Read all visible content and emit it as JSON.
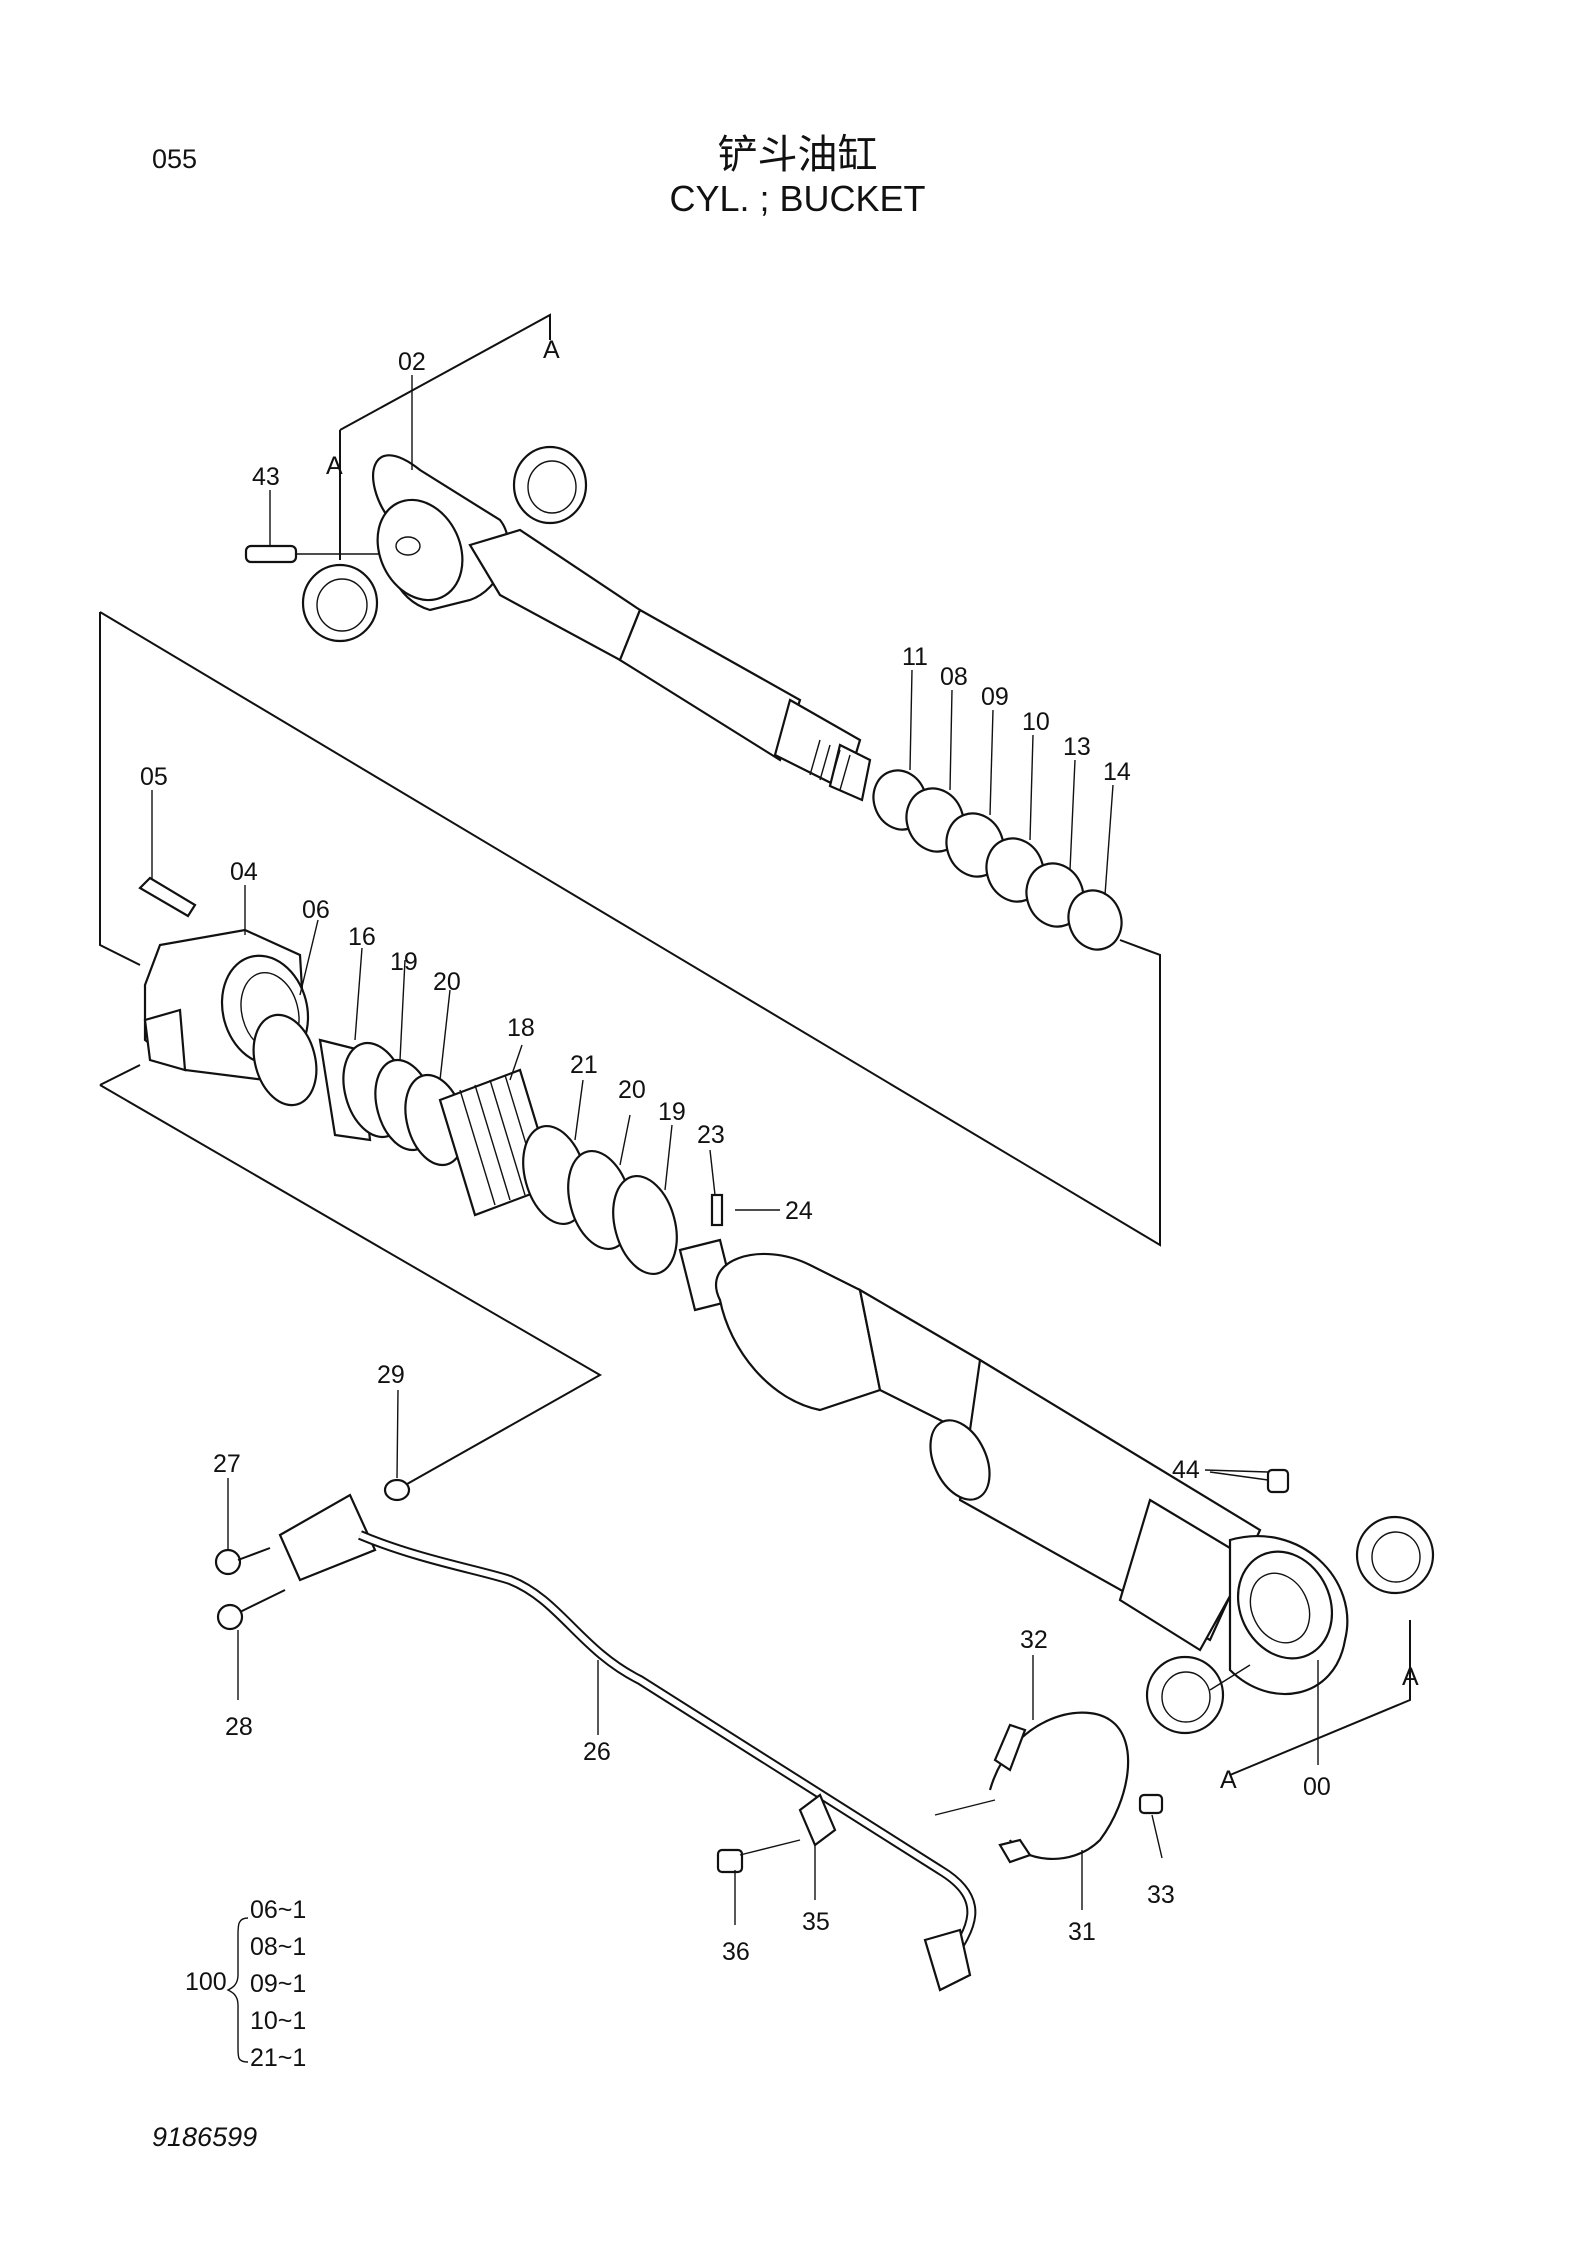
{
  "header": {
    "page_number": "055",
    "title_cn": "铲斗油缸",
    "title_en": "CYL. ; BUCKET"
  },
  "footer": {
    "doc_number": "9186599"
  },
  "section_marks": [
    "A",
    "A",
    "A",
    "A"
  ],
  "callouts": [
    {
      "id": "02"
    },
    {
      "id": "43"
    },
    {
      "id": "05"
    },
    {
      "id": "04"
    },
    {
      "id": "06"
    },
    {
      "id": "16"
    },
    {
      "id": "19"
    },
    {
      "id": "20"
    },
    {
      "id": "18"
    },
    {
      "id": "21"
    },
    {
      "id": "20"
    },
    {
      "id": "19"
    },
    {
      "id": "23"
    },
    {
      "id": "24"
    },
    {
      "id": "11"
    },
    {
      "id": "08"
    },
    {
      "id": "09"
    },
    {
      "id": "10"
    },
    {
      "id": "13"
    },
    {
      "id": "14"
    },
    {
      "id": "29"
    },
    {
      "id": "27"
    },
    {
      "id": "28"
    },
    {
      "id": "26"
    },
    {
      "id": "44"
    },
    {
      "id": "32"
    },
    {
      "id": "31"
    },
    {
      "id": "33"
    },
    {
      "id": "35"
    },
    {
      "id": "36"
    },
    {
      "id": "00"
    }
  ],
  "kit": {
    "id": "100",
    "items": [
      "06~1",
      "08~1",
      "09~1",
      "10~1",
      "21~1"
    ]
  }
}
